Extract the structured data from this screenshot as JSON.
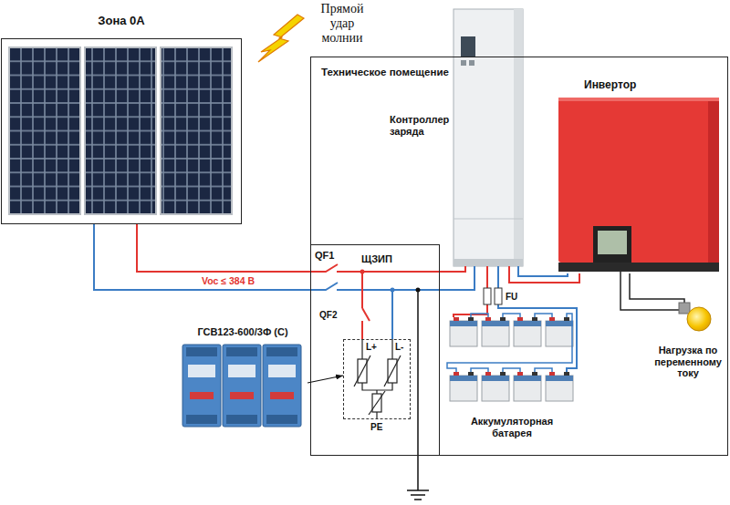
{
  "diagram": {
    "nodes": [
      {
        "text": [
          "Зона 0А"
        ]
      },
      {
        "text": [
          "Техническое помещение"
        ]
      },
      {
        "text": [
          "Контроллер заряда"
        ],
        "in": 1
      },
      {
        "text": [
          "Инвертор"
        ],
        "in": 1
      },
      {
        "text": [
          "ЩЗИП"
        ],
        "in": 1
      },
      {
        "text": [
          "L+",
          "L-"
        ],
        "in": 4
      },
      {
        "text": [
          "Аккумуляторная батарея"
        ],
        "in": 1
      },
      {
        "text": [
          "Нагрузка по переменному току"
        ],
        "in": 1
      },
      {
        "text": [
          "ГСВ123-600/3Ф (С)"
        ]
      }
    ],
    "edges": [
      {
        "from": 0,
        "to": 4,
        "label": "Voc ≤ 384 В",
        "arrow": "none"
      },
      {
        "from": 4,
        "to": 2,
        "arrow": "none"
      },
      {
        "from": 2,
        "to": 3,
        "arrow": "none"
      },
      {
        "from": 2,
        "to": 6,
        "arrow": "none"
      },
      {
        "from": 3,
        "to": 7,
        "arrow": "none"
      },
      {
        "from": 8,
        "to": 5,
        "arrow": "to"
      }
    ],
    "labels": [
      "Прямой удар молнии",
      "QF1",
      "QF2",
      "PE",
      "FU"
    ]
  }
}
